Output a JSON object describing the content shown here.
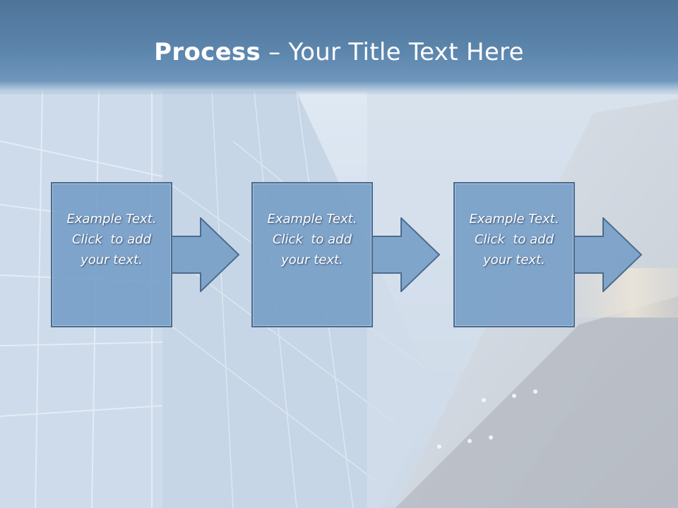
{
  "slide": {
    "title_bold": "Process",
    "title_rest": " – Your Title Text Here"
  },
  "steps": [
    {
      "line1": "Example Text.",
      "line2": "Click  to add",
      "line3": "your text."
    },
    {
      "line1": "Example Text.",
      "line2": "Click  to add",
      "line3": "your text."
    },
    {
      "line1": "Example Text.",
      "line2": "Click  to add",
      "line3": "your text."
    }
  ],
  "colors": {
    "title_band": "#5d86ad",
    "step_fill": "#78a0c8",
    "step_border": "#4c6c8e",
    "text": "#ffffff"
  }
}
